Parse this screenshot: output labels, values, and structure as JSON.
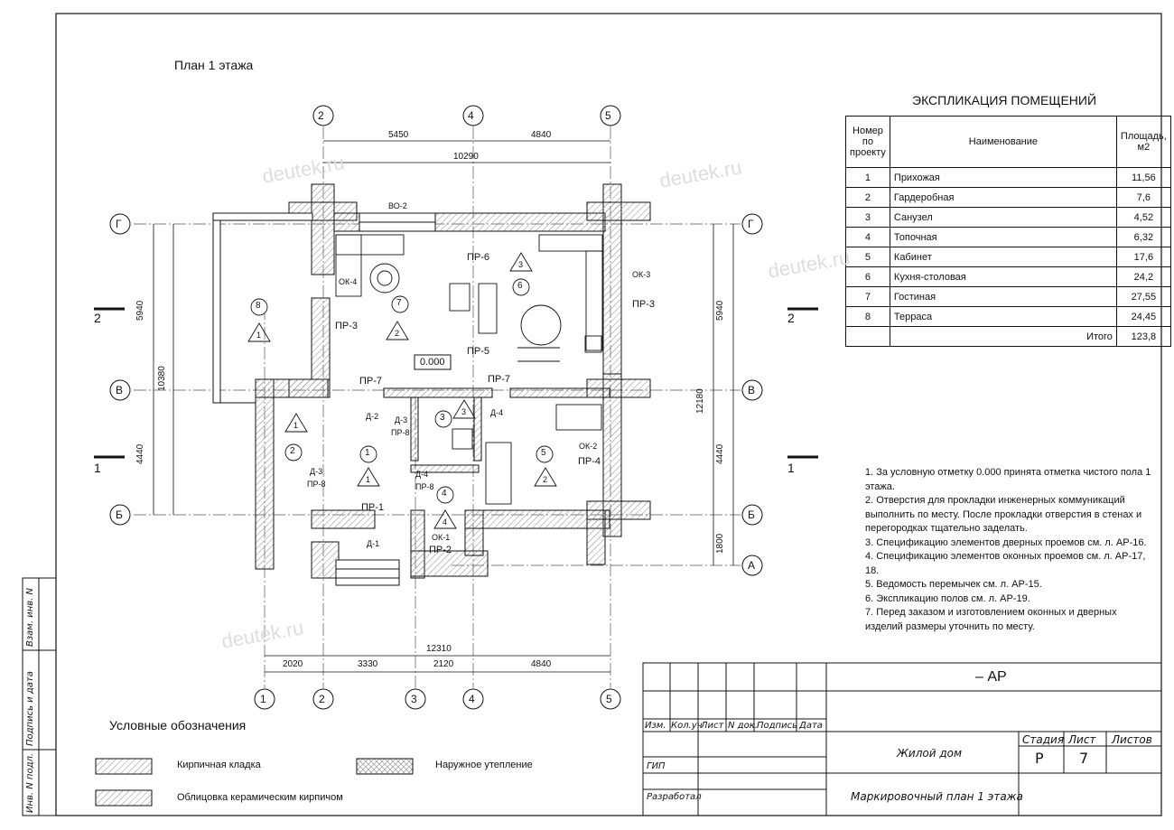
{
  "sheet_title": "План 1 этажа",
  "explication": {
    "title": "ЭКСПЛИКАЦИЯ ПОМЕЩЕНИЙ",
    "headers": [
      "Номер по проекту",
      "Наименование",
      "Площадь, м2"
    ],
    "rows": [
      {
        "num": "1",
        "name": "Прихожая",
        "area": "11,56"
      },
      {
        "num": "2",
        "name": "Гардеробная",
        "area": "7,6"
      },
      {
        "num": "3",
        "name": "Санузел",
        "area": "4,52"
      },
      {
        "num": "4",
        "name": "Топочная",
        "area": "6,32"
      },
      {
        "num": "5",
        "name": "Кабинет",
        "area": "17,6"
      },
      {
        "num": "6",
        "name": "Кухня-столовая",
        "area": "24,2"
      },
      {
        "num": "7",
        "name": "Гостиная",
        "area": "27,55"
      },
      {
        "num": "8",
        "name": "Терраса",
        "area": "24,45"
      }
    ],
    "total_label": "Итого",
    "total_value": "123,8"
  },
  "notes": [
    "1. За условную отметку 0.000 принята отметка чистого пола 1 этажа.",
    "2. Отверстия для прокладки инженерных коммуникаций выполнить по месту. После прокладки  отверстия в стенах и перегородках тщательно заделать.",
    "3. Спецификацию элементов дверных проемов см. л. АР-16.",
    "4. Спецификацию элементов оконных проемов см. л. АР-17, 18.",
    "5. Ведомость перемычек см. л. АР-15.",
    "6. Экспликацию полов см. л. АР-19.",
    "7. Перед заказом и изготовлением оконных и дверных изделий размеры уточнить по месту."
  ],
  "axes_top": [
    "2",
    "4",
    "5"
  ],
  "axes_bottom": [
    "1",
    "2",
    "3",
    "4",
    "5"
  ],
  "axes_rows": [
    "Г",
    "В",
    "Б",
    "А"
  ],
  "dims_top": {
    "a": "5450",
    "b": "4840",
    "total": "10290"
  },
  "dims_bottom": {
    "a": "2020",
    "b": "3330",
    "c": "2120",
    "d": "4840",
    "total": "12310"
  },
  "dims_left": {
    "a": "5940",
    "b": "4440",
    "total": "10380"
  },
  "dims_right": {
    "a": "5940",
    "b": "4440",
    "c": "1800",
    "total": "12180"
  },
  "section_marks": [
    "2",
    "1"
  ],
  "elevation": "0.000",
  "labels": {
    "vo2": "ВО-2",
    "ok4": "ОК-4",
    "ok3": "ОК-3",
    "ok2": "ОК-2",
    "ok1": "ОК-1",
    "pr6": "ПР-6",
    "pr3a": "ПР-3",
    "pr3b": "ПР-3",
    "pr5": "ПР-5",
    "pr7a": "ПР-7",
    "pr7b": "ПР-7",
    "pr4": "ПР-4",
    "pr1": "ПР-1",
    "pr2": "ПР-2",
    "pr8a": "ПР-8",
    "pr8b": "ПР-8",
    "pr8c": "ПР-8",
    "d1": "Д-1",
    "d2": "Д-2",
    "d3a": "Д-3",
    "d3b": "Д-3",
    "d4a": "Д-4",
    "d4b": "Д-4"
  },
  "rooms": [
    "1",
    "2",
    "3",
    "4",
    "5",
    "6",
    "7",
    "8"
  ],
  "floor_marks": [
    "1",
    "1",
    "2",
    "2",
    "3",
    "3",
    "4",
    "1"
  ],
  "legend": {
    "title": "Условные обозначения",
    "brick": "Кирпичная кладка",
    "insulation": "Наружное утепление",
    "ceramic": "Облицовка керамическим кирпичом"
  },
  "stamp": {
    "code": "– АР",
    "headers": [
      "Изм.",
      "Кол.уч",
      "Лист",
      "N док.",
      "Подпись",
      "Дата"
    ],
    "gip": "ГИП",
    "developed": "Разработал",
    "object": "Жилой дом",
    "stage_label": "Стадия",
    "sheet_label": "Лист",
    "sheets_label": "Листов",
    "stage": "Р",
    "sheet": "7",
    "sheet_title": "Маркировочный план 1 этажа"
  },
  "side_stamp": [
    "Инв. N подл.",
    "Подпись и дата",
    "Взам. инв. N"
  ],
  "watermark": "deutek.ru"
}
